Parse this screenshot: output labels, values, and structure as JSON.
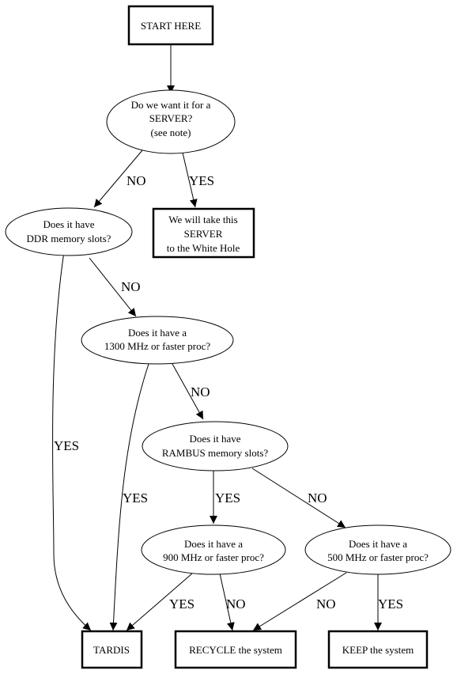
{
  "nodes": {
    "start": {
      "lines": [
        "START HERE"
      ]
    },
    "server_q": {
      "lines": [
        "Do we want it for a",
        "SERVER?",
        "(see note)"
      ]
    },
    "white_hole": {
      "lines": [
        "We will take this",
        "SERVER",
        "to the White Hole"
      ]
    },
    "ddr_q": {
      "lines": [
        "Does it have",
        "DDR memory slots?"
      ]
    },
    "proc1300_q": {
      "lines": [
        "Does it have a",
        "1300 MHz or faster proc?"
      ]
    },
    "rambus_q": {
      "lines": [
        "Does it have",
        "RAMBUS memory slots?"
      ]
    },
    "proc900_q": {
      "lines": [
        "Does it have a",
        "900 MHz or faster proc?"
      ]
    },
    "proc500_q": {
      "lines": [
        "Does it have a",
        "500 MHz or faster proc?"
      ]
    },
    "tardis": {
      "lines": [
        "TARDIS"
      ]
    },
    "recycle": {
      "lines": [
        "RECYCLE the system"
      ]
    },
    "keep": {
      "lines": [
        "KEEP the system"
      ]
    }
  },
  "edges": {
    "server_no": "NO",
    "server_yes": "YES",
    "ddr_no": "NO",
    "ddr_yes": "YES",
    "p1300_no": "NO",
    "p1300_yes": "YES",
    "rambus_yes": "YES",
    "rambus_no": "NO",
    "p900_yes": "YES",
    "p900_no": "NO",
    "p500_no": "NO",
    "p500_yes": "YES"
  }
}
